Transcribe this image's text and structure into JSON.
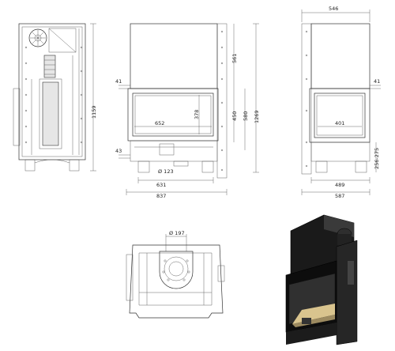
{
  "drawing": {
    "front_view": {
      "height_total": "1269",
      "height_upper": "561",
      "height_glass": "450",
      "height_door": "580",
      "glass_height": "378",
      "glass_width": "652",
      "top_offset": "41",
      "bottom_offset": "43",
      "flue_diameter": "Ø 123",
      "base_width": "631",
      "overall_width": "837"
    },
    "rear_view": {
      "height": "1159"
    },
    "side_view": {
      "top_width": "546",
      "glass_width": "401",
      "base_width": "489",
      "overall_width": "587",
      "leg_range": "256-275"
    },
    "top_view": {
      "flue_diameter": "Ø 197"
    }
  }
}
